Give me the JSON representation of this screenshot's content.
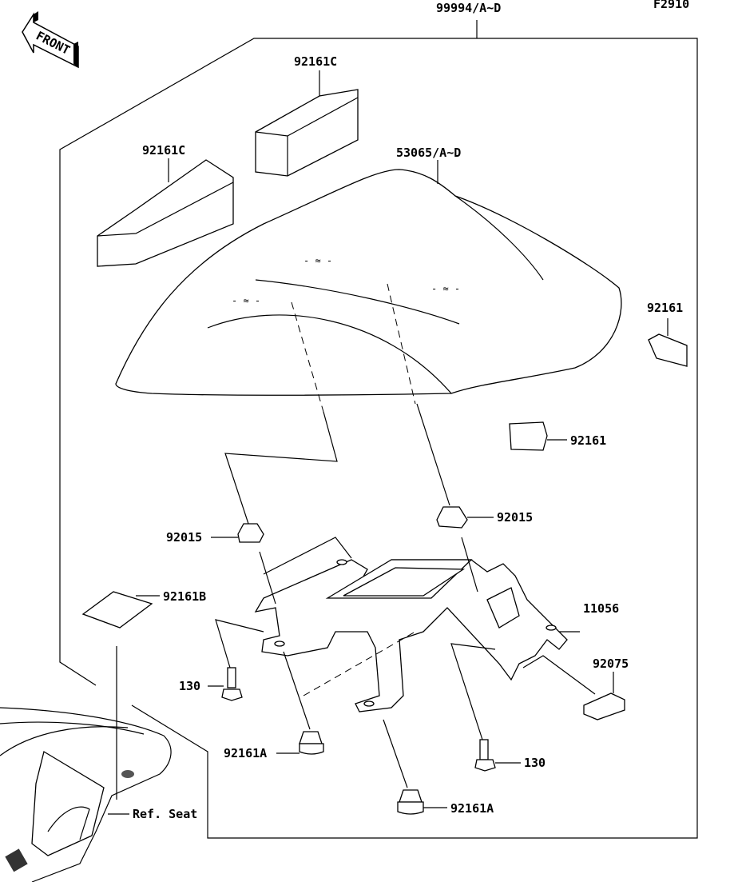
{
  "diagram_code": "F2910",
  "front_indicator": "FRONT",
  "labels": {
    "kit": "99994/A~D",
    "pad_c_top": "92161C",
    "pad_c_left": "92161C",
    "cover": "53065/A~D",
    "pad_right_upper": "92161",
    "pad_right_lower": "92161",
    "nut_left": "92015",
    "nut_right": "92015",
    "pad_b": "92161B",
    "bracket": "11056",
    "damper": "92075",
    "bolt_left": "130",
    "bolt_right": "130",
    "grommet_left": "92161A",
    "grommet_right": "92161A",
    "ref_seat": "Ref. Seat"
  }
}
